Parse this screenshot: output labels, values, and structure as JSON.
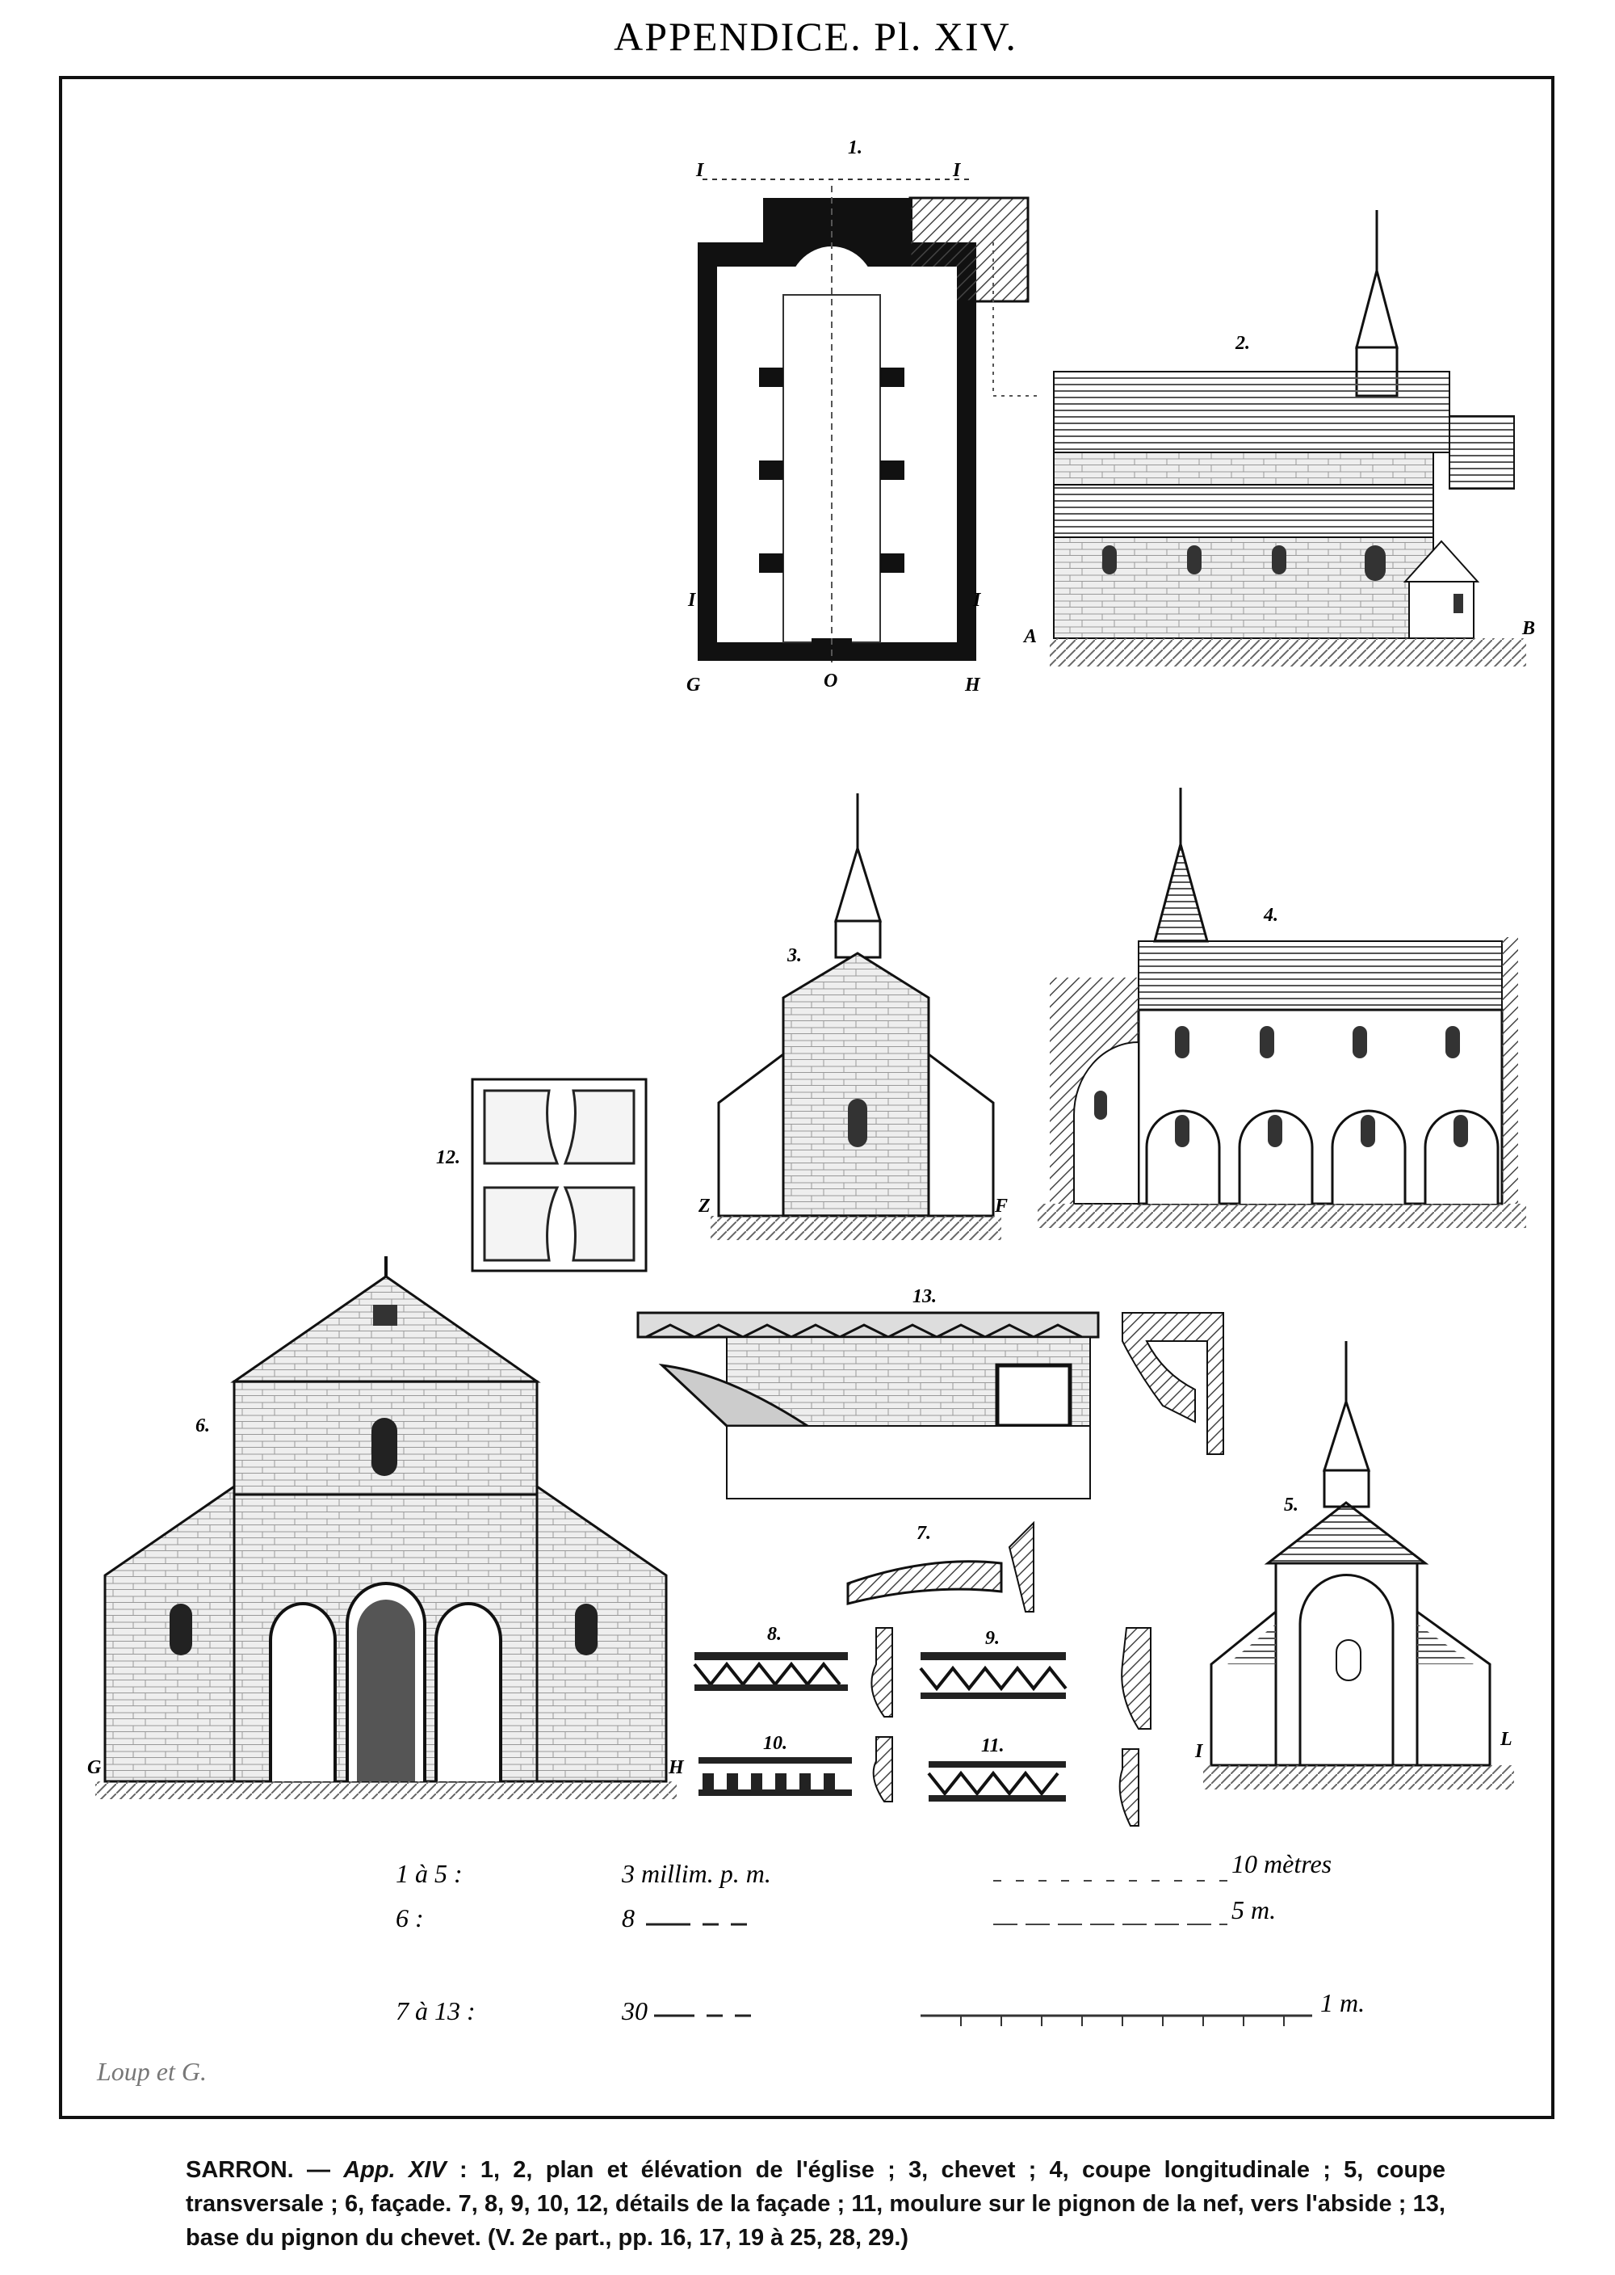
{
  "title": "APPENDICE. Pl. XIV.",
  "figures": {
    "fig1": "1.",
    "fig2": "2.",
    "fig3": "3.",
    "fig4": "4.",
    "fig5": "5.",
    "fig6": "6.",
    "fig7": "7.",
    "fig8": "8.",
    "fig9": "9.",
    "fig10": "10.",
    "fig11": "11.",
    "fig12": "12.",
    "fig13": "13."
  },
  "plan_marks": {
    "top_left": "I",
    "top_right": "I",
    "mid_left": "I",
    "mid_right": "I",
    "bottom_left": "G",
    "bottom_center": "O",
    "bottom_right": "H"
  },
  "elevation_marks": {
    "left": "A",
    "right": "B"
  },
  "section3_marks": {
    "left": "Z",
    "right": "F"
  },
  "section5_marks": {
    "left": "I",
    "right": "L"
  },
  "facade_marks": {
    "left": "G",
    "right": "H"
  },
  "scales": [
    {
      "figures": "1 à 5 :",
      "ratio": "3 millim. p. m.",
      "end_label": "10 mètres"
    },
    {
      "figures": "6 :",
      "ratio": "8",
      "end_label": "5 m."
    },
    {
      "figures": "7 à 13 :",
      "ratio": "30",
      "end_label": "1 m."
    }
  ],
  "signature": "Loup et G.",
  "caption": {
    "place": "SARRON. —",
    "ref": "App. XIV",
    "text": ": 1, 2, plan et élévation de l'église ; 3, chevet ; 4, coupe longitudinale ; 5, coupe transversale ; 6, façade. 7, 8, 9, 10, 12, détails de la façade ; 11, moulure sur le pignon de la nef, vers l'abside ; 13, base du pignon du chevet. (V. 2e part., pp. 16, 17, 19 à 25, 28, 29.)"
  }
}
